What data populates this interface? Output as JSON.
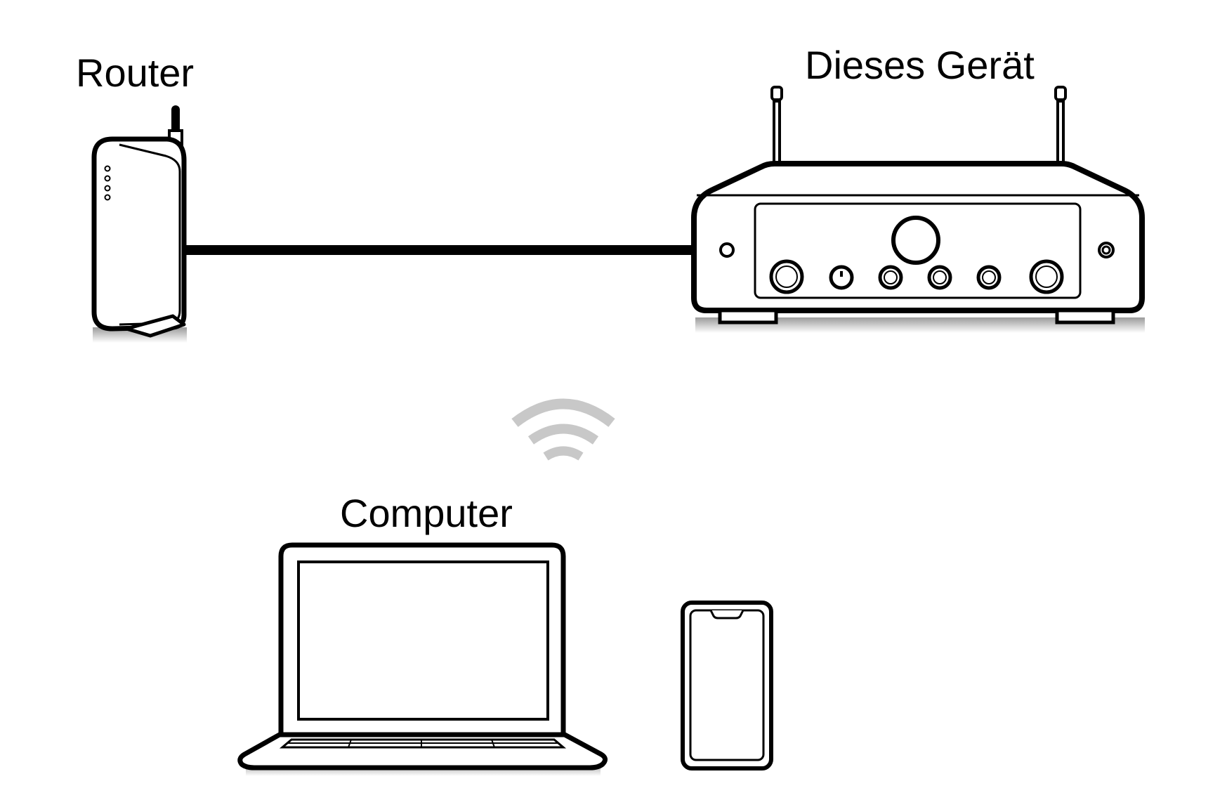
{
  "labels": {
    "router": "Router",
    "device": "Dieses Gerät",
    "computer": "Computer"
  },
  "colors": {
    "stroke": "#000000",
    "background": "#ffffff",
    "shadow": "#cfcfcf",
    "wifi": "#c8c8c8"
  },
  "icons": [
    "router-icon",
    "amplifier-icon",
    "wifi-icon",
    "laptop-icon",
    "smartphone-icon",
    "ethernet-cable"
  ]
}
